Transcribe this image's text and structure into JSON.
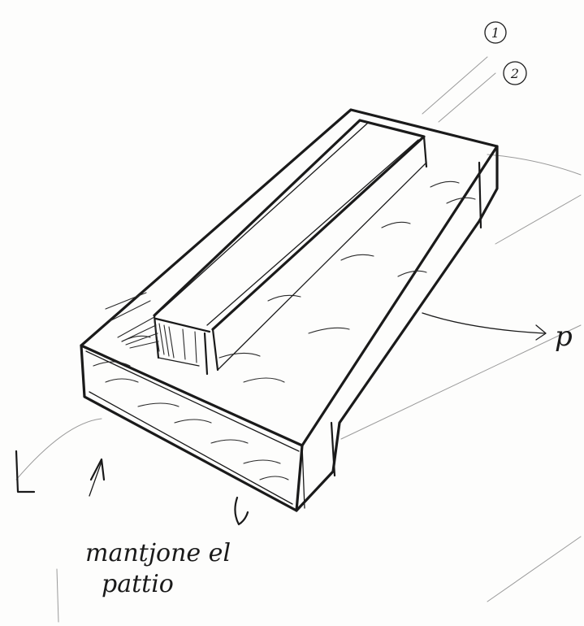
{
  "annotations": {
    "marker_1": "1",
    "marker_2": "2",
    "arrow_label_right": "p",
    "note_line_1": "mantjone el",
    "note_line_2": "pattio"
  },
  "colors": {
    "ink": "#1a1a1a",
    "paper": "#fdfdfc",
    "faint_guide": "#9a9a9a"
  }
}
